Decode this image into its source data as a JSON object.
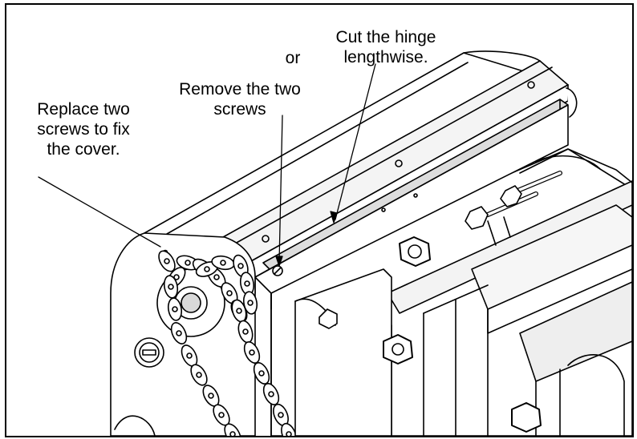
{
  "callouts": {
    "replace": "Replace two\nscrews to fix\nthe cover.",
    "or": "or",
    "cut": "Cut the hinge\nlengthwise.",
    "remove": "Remove the two\nscrews"
  },
  "colors": {
    "line": "#000000",
    "fill": "#ffffff",
    "shade": "#e9e9e9",
    "dark": "#bdbdbd"
  }
}
